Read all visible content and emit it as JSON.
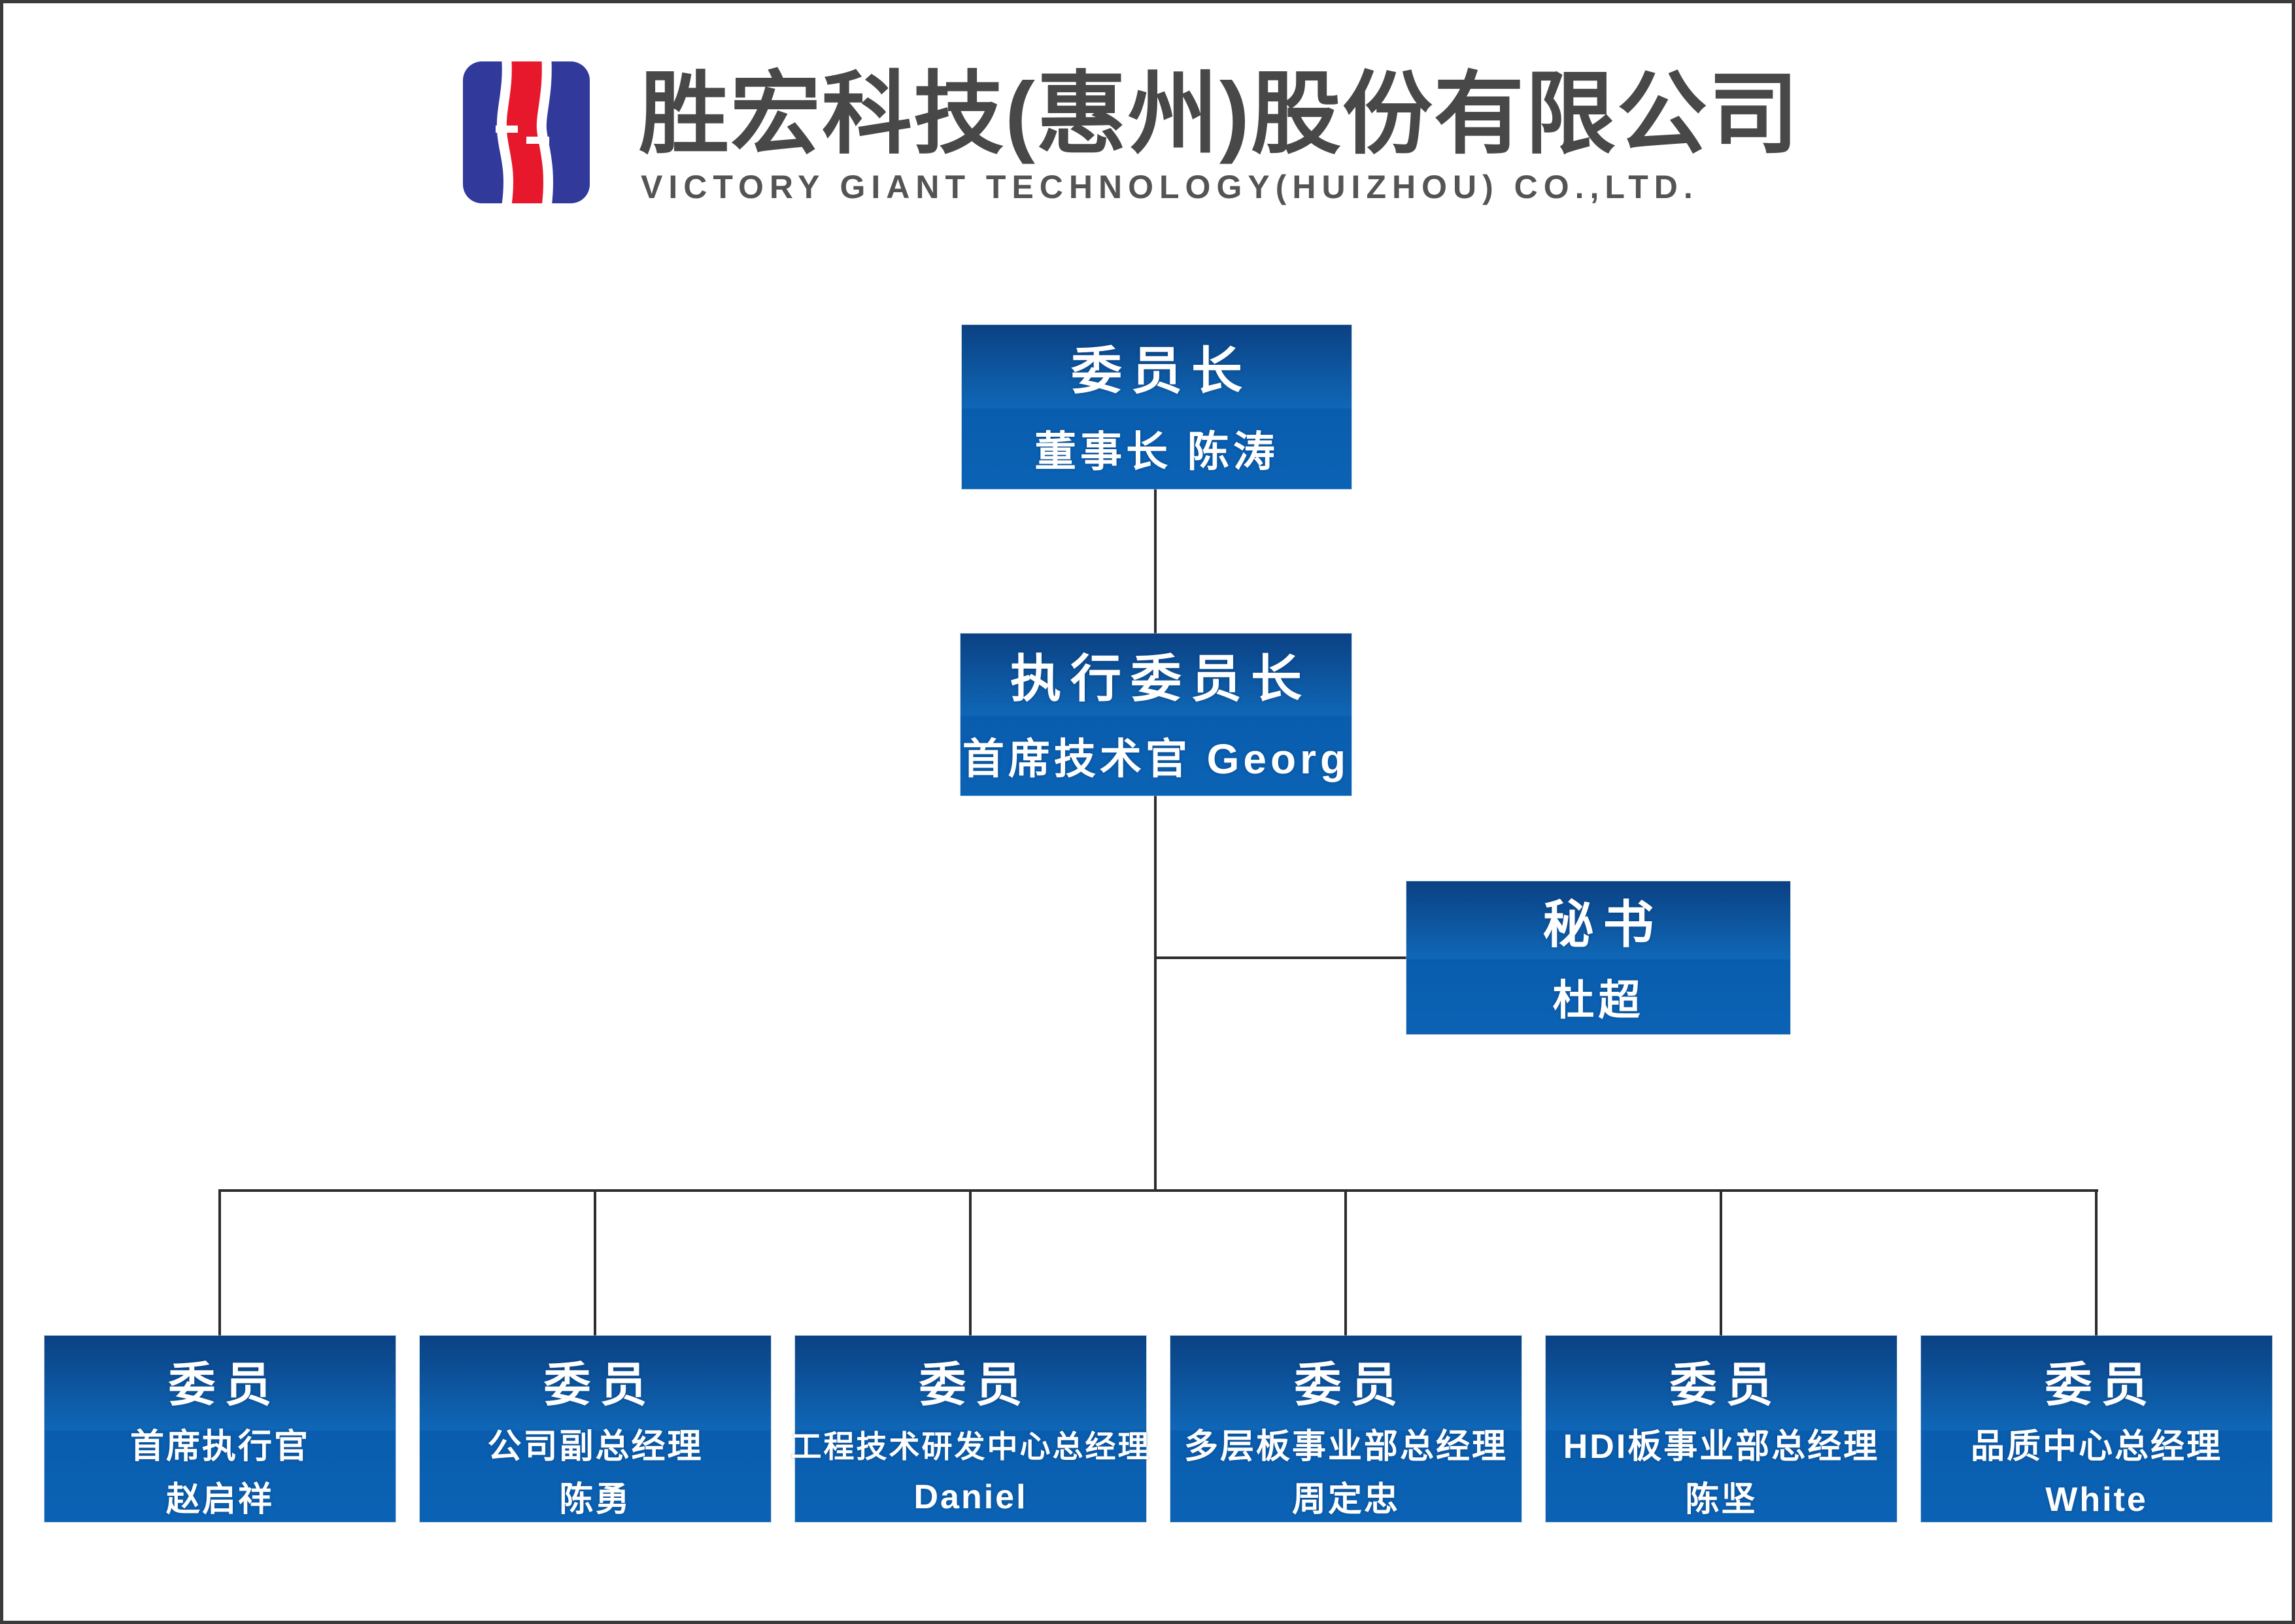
{
  "page": {
    "background": "#ffffff",
    "border_color": "#3b3b3b",
    "line_color": "#2d2d2d"
  },
  "header": {
    "logo": {
      "name": "victory-giant-logo",
      "blue": "#31399b",
      "red": "#e7182b",
      "white": "#ffffff"
    },
    "title_cn": "胜宏科技(惠州)股份有限公司",
    "title_en": "VICTORY GIANT TECHNOLOGY(HUIZHOU) CO.,LTD.",
    "text_color": "#484848"
  },
  "org_chart": {
    "node_color_top": "#0b4183",
    "node_color_mid": "#0f67b7",
    "node_color_bottom": "#0b62b4",
    "text_color": "#ffffff",
    "nodes": {
      "chairman": {
        "title": "委员长",
        "subtitle": "董事长 陈涛"
      },
      "executive_chairman": {
        "title": "执行委员长",
        "subtitle": "首席技术官 Georg"
      },
      "secretary": {
        "title": "秘书",
        "subtitle": "杜超"
      }
    },
    "members": [
      {
        "title": "委员",
        "role": "首席执行官",
        "name": "赵启祥"
      },
      {
        "title": "委员",
        "role": "公司副总经理",
        "name": "陈勇"
      },
      {
        "title": "委员",
        "role": "工程技术研发中心总经理",
        "name": "Daniel"
      },
      {
        "title": "委员",
        "role": "多层板事业部总经理",
        "name": "周定忠"
      },
      {
        "title": "委员",
        "role": "HDI板事业部总经理",
        "name": "陈坚"
      },
      {
        "title": "委员",
        "role": "品质中心总经理",
        "name": "White"
      }
    ]
  }
}
